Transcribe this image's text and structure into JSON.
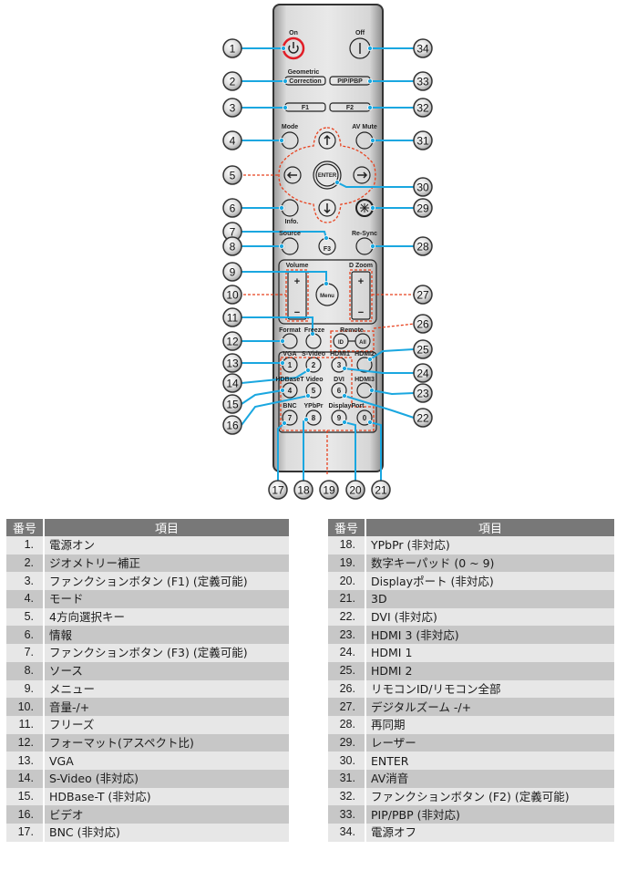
{
  "remote": {
    "labels": {
      "on": "On",
      "off": "Off",
      "geometric": "Geometric",
      "correction": "Correction",
      "pip_pbp": "PIP/PBP",
      "f1": "F1",
      "f2": "F2",
      "mode": "Mode",
      "av_mute": "AV Mute",
      "enter": "ENTER",
      "info": "Info.",
      "f3": "F3",
      "source": "Source",
      "resync": "Re-Sync",
      "volume": "Volume",
      "dzoom": "D Zoom",
      "menu": "Menu",
      "plus": "+",
      "minus": "−",
      "format": "Format",
      "freeze": "Freeze",
      "remote": "Remote",
      "id": "ID",
      "all": "All",
      "vga": "VGA",
      "svideo": "S-Video",
      "hdmi1": "HDMI1",
      "hdmi2": "HDMI2",
      "hdbaset": "HDBaseT",
      "video": "Video",
      "dvi": "DVI",
      "hdmi3": "HDMI3",
      "bnc": "BNC",
      "ypbpr": "YPbPr",
      "displayport": "DisplayPort",
      "k1": "1",
      "k2": "2",
      "k3": "3",
      "k4": "4",
      "k5": "5",
      "k6": "6",
      "k7": "7",
      "k8": "8",
      "k9": "9",
      "k0": "0"
    },
    "callouts": [
      "1",
      "2",
      "3",
      "4",
      "5",
      "6",
      "7",
      "8",
      "9",
      "10",
      "11",
      "12",
      "13",
      "14",
      "15",
      "16",
      "17",
      "18",
      "19",
      "20",
      "21",
      "22",
      "23",
      "24",
      "25",
      "26",
      "27",
      "28",
      "29",
      "30",
      "31",
      "32",
      "33",
      "34"
    ],
    "colors": {
      "leader": "#1aa7e0",
      "dashed": "#e8421f",
      "power_ring": "#e11d26",
      "header": "#787878"
    }
  },
  "tables": {
    "header_no": "番号",
    "header_item": "項目",
    "left": [
      {
        "no": "1.",
        "item": "電源オン"
      },
      {
        "no": "2.",
        "item": "ジオメトリー補正"
      },
      {
        "no": "3.",
        "item": "ファンクションボタン (F1) (定義可能)"
      },
      {
        "no": "4.",
        "item": "モード"
      },
      {
        "no": "5.",
        "item": "4方向選択キー"
      },
      {
        "no": "6.",
        "item": "情報"
      },
      {
        "no": "7.",
        "item": "ファンクションボタン (F3) (定義可能)"
      },
      {
        "no": "8.",
        "item": "ソース"
      },
      {
        "no": "9.",
        "item": "メニュー"
      },
      {
        "no": "10.",
        "item": "音量-/+"
      },
      {
        "no": "11.",
        "item": "フリーズ"
      },
      {
        "no": "12.",
        "item": "フォーマット(アスペクト比)"
      },
      {
        "no": "13.",
        "item": "VGA"
      },
      {
        "no": "14.",
        "item": "S-Video (非対応)"
      },
      {
        "no": "15.",
        "item": "HDBase-T (非対応)"
      },
      {
        "no": "16.",
        "item": "ビデオ"
      },
      {
        "no": "17.",
        "item": "BNC (非対応)"
      }
    ],
    "right": [
      {
        "no": "18.",
        "item": "YPbPr (非対応)"
      },
      {
        "no": "19.",
        "item": "数字キーパッド (0 ~ 9)"
      },
      {
        "no": "20.",
        "item": "Displayポート (非対応)"
      },
      {
        "no": "21.",
        "item": "3D"
      },
      {
        "no": "22.",
        "item": "DVI (非対応)"
      },
      {
        "no": "23.",
        "item": "HDMI 3 (非対応)"
      },
      {
        "no": "24.",
        "item": "HDMI 1"
      },
      {
        "no": "25.",
        "item": "HDMI 2"
      },
      {
        "no": "26.",
        "item": "リモコンID/リモコン全部"
      },
      {
        "no": "27.",
        "item": "デジタルズーム -/+"
      },
      {
        "no": "28.",
        "item": "再同期"
      },
      {
        "no": "29.",
        "item": "レーザー"
      },
      {
        "no": "30.",
        "item": "ENTER"
      },
      {
        "no": "31.",
        "item": "AV消音"
      },
      {
        "no": "32.",
        "item": "ファンクションボタン (F2) (定義可能)"
      },
      {
        "no": "33.",
        "item": "PIP/PBP (非対応)"
      },
      {
        "no": "34.",
        "item": "電源オフ"
      }
    ]
  }
}
